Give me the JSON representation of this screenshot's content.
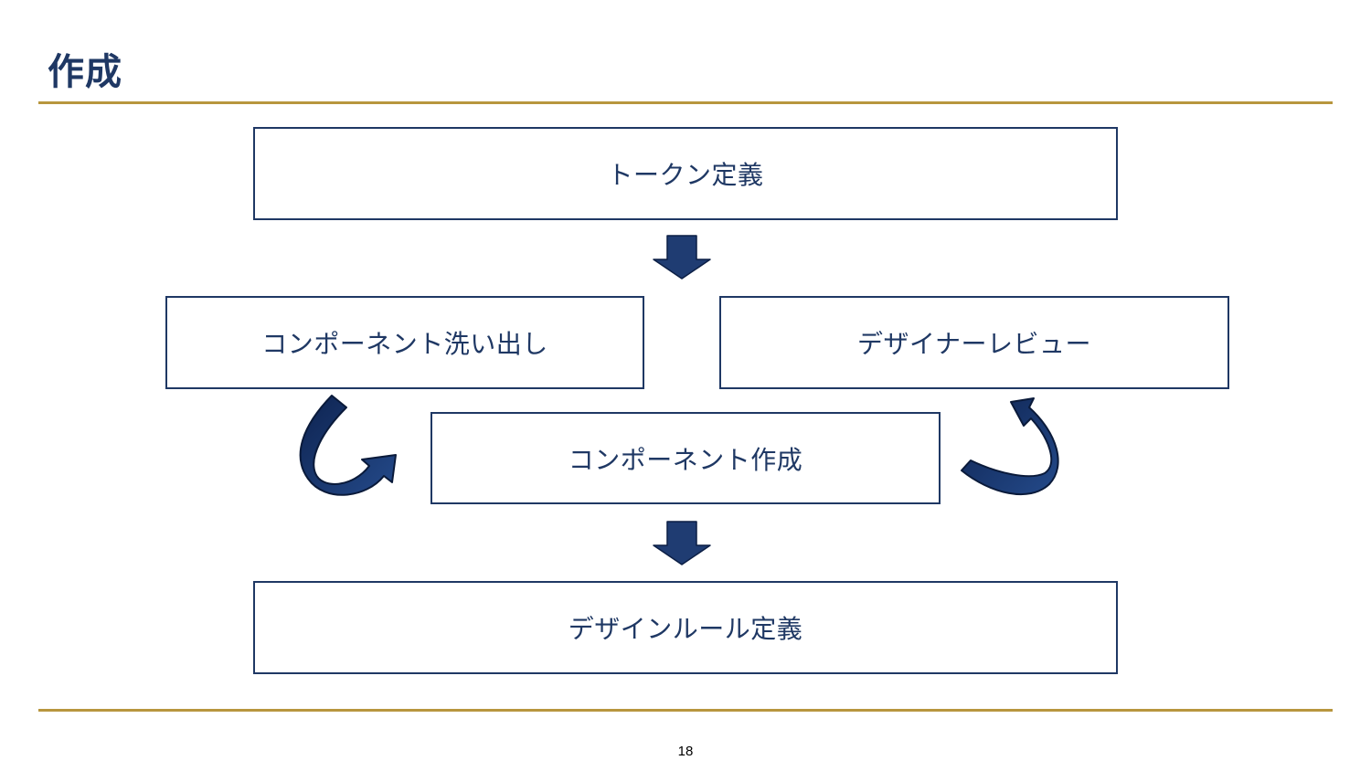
{
  "slide": {
    "title": "作成",
    "page_number": "18"
  },
  "flow": {
    "step_token": "トークン定義",
    "step_extract": "コンポーネント洗い出し",
    "step_review": "デザイナーレビュー",
    "step_create": "コンポーネント作成",
    "step_rule": "デザインルール定義"
  },
  "colors": {
    "accent_rule": "#b8963e",
    "primary_navy": "#1f3864",
    "arrow_fill": "#1f3c72"
  },
  "icons": {
    "down_arrow": "down-arrow-icon",
    "curved_arrow": "curved-arrow-icon"
  }
}
